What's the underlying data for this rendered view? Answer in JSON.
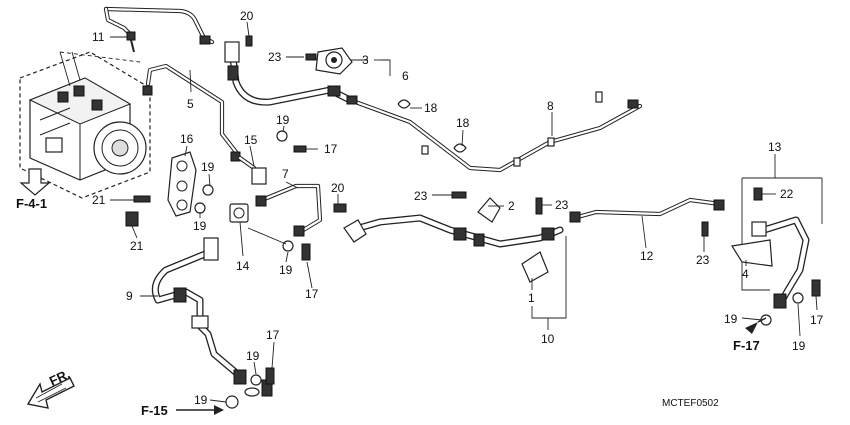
{
  "part_labels": [
    {
      "id": "p20a",
      "text": "20"
    },
    {
      "id": "p11",
      "text": "11"
    },
    {
      "id": "p23a",
      "text": "23"
    },
    {
      "id": "p3",
      "text": "3"
    },
    {
      "id": "p6",
      "text": "6"
    },
    {
      "id": "p5",
      "text": "5"
    },
    {
      "id": "p18a",
      "text": "18"
    },
    {
      "id": "p8",
      "text": "8"
    },
    {
      "id": "p18b",
      "text": "18"
    },
    {
      "id": "p19a",
      "text": "19"
    },
    {
      "id": "p16",
      "text": "16"
    },
    {
      "id": "p15",
      "text": "15"
    },
    {
      "id": "p17a",
      "text": "17"
    },
    {
      "id": "p19b",
      "text": "19"
    },
    {
      "id": "p7",
      "text": "7"
    },
    {
      "id": "p13",
      "text": "13"
    },
    {
      "id": "p21a",
      "text": "21"
    },
    {
      "id": "p20b",
      "text": "20"
    },
    {
      "id": "p23b",
      "text": "23"
    },
    {
      "id": "p2",
      "text": "2"
    },
    {
      "id": "p23c",
      "text": "23"
    },
    {
      "id": "p22",
      "text": "22"
    },
    {
      "id": "p19c",
      "text": "19"
    },
    {
      "id": "p21b",
      "text": "21"
    },
    {
      "id": "p14",
      "text": "14"
    },
    {
      "id": "p19d",
      "text": "19"
    },
    {
      "id": "p12",
      "text": "12"
    },
    {
      "id": "p23d",
      "text": "23"
    },
    {
      "id": "p4",
      "text": "4"
    },
    {
      "id": "p9",
      "text": "9"
    },
    {
      "id": "p17b",
      "text": "17"
    },
    {
      "id": "p1",
      "text": "1"
    },
    {
      "id": "p17c",
      "text": "17"
    },
    {
      "id": "p19e",
      "text": "19"
    },
    {
      "id": "p17d",
      "text": "17"
    },
    {
      "id": "p10",
      "text": "10"
    },
    {
      "id": "p19f",
      "text": "19"
    },
    {
      "id": "p19g",
      "text": "19"
    },
    {
      "id": "p19h",
      "text": "19"
    }
  ],
  "references": [
    {
      "id": "ref_f41",
      "text": "F-4-1"
    },
    {
      "id": "ref_f17",
      "text": "F-17"
    },
    {
      "id": "ref_f15",
      "text": "F-15"
    }
  ],
  "direction_label": "FR.",
  "diagram_code": "MCTEF0502"
}
